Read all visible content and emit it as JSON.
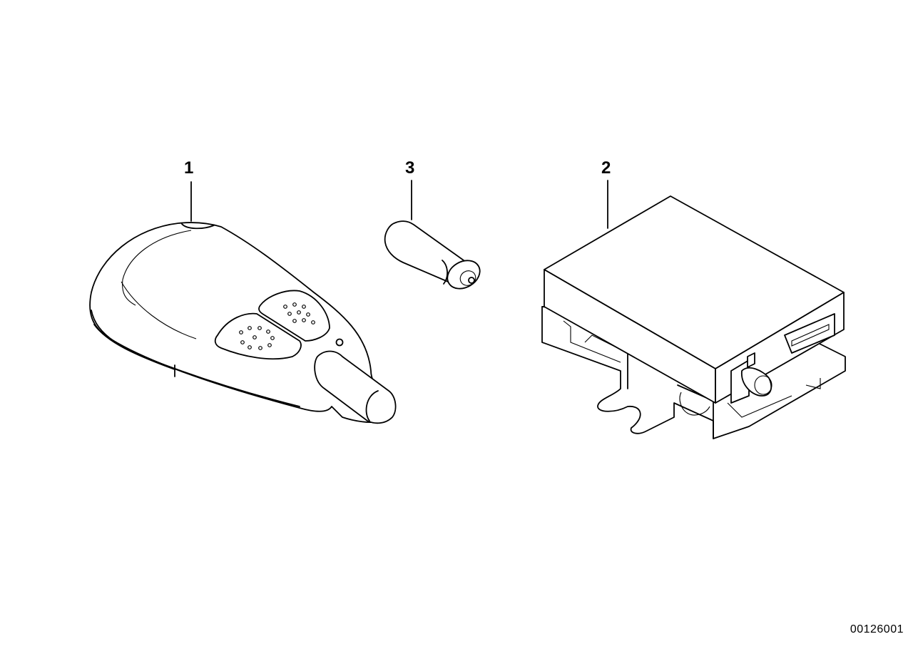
{
  "diagram": {
    "parts": [
      {
        "callout": "1",
        "icon": "remote-key-fob-icon"
      },
      {
        "callout": "3",
        "icon": "battery-icon"
      },
      {
        "callout": "2",
        "icon": "control-unit-icon"
      }
    ],
    "document_number": "00126001"
  }
}
